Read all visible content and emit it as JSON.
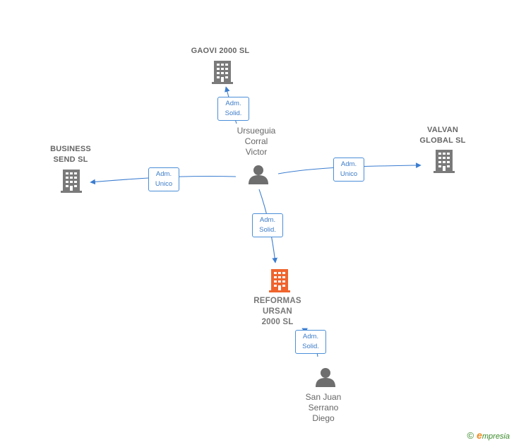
{
  "colors": {
    "edge": "#3b7dd0",
    "company": "#7a7a7a",
    "highlight": "#f0642d",
    "person": "#6e6e6e"
  },
  "nodes": {
    "gaovi": {
      "label": "GAOVI 2000  SL",
      "icon": "building-icon"
    },
    "business": {
      "label": "BUSINESS\nSEND  SL",
      "icon": "building-icon"
    },
    "valvan": {
      "label": "VALVAN\nGLOBAL  SL",
      "icon": "building-icon"
    },
    "reformas": {
      "label": "REFORMAS\nURSAN\n2000  SL",
      "icon": "building-icon"
    },
    "ursueguia": {
      "label": "Ursueguia\nCorral\nVictor",
      "icon": "person-icon"
    },
    "sanjuan": {
      "label": "San Juan\nSerrano\nDiego",
      "icon": "person-icon"
    }
  },
  "edges": {
    "to_gaovi": {
      "line1": "Adm.",
      "line2": "Solid."
    },
    "to_business": {
      "line1": "Adm.",
      "line2": "Unico"
    },
    "to_valvan": {
      "line1": "Adm.",
      "line2": "Unico"
    },
    "to_reformas": {
      "line1": "Adm.",
      "line2": "Solid."
    },
    "sanjuan_to_reformas": {
      "line1": "Adm.",
      "line2": "Solid."
    }
  },
  "brand": {
    "copyright": "©",
    "first": "e",
    "rest": "mpresia"
  }
}
